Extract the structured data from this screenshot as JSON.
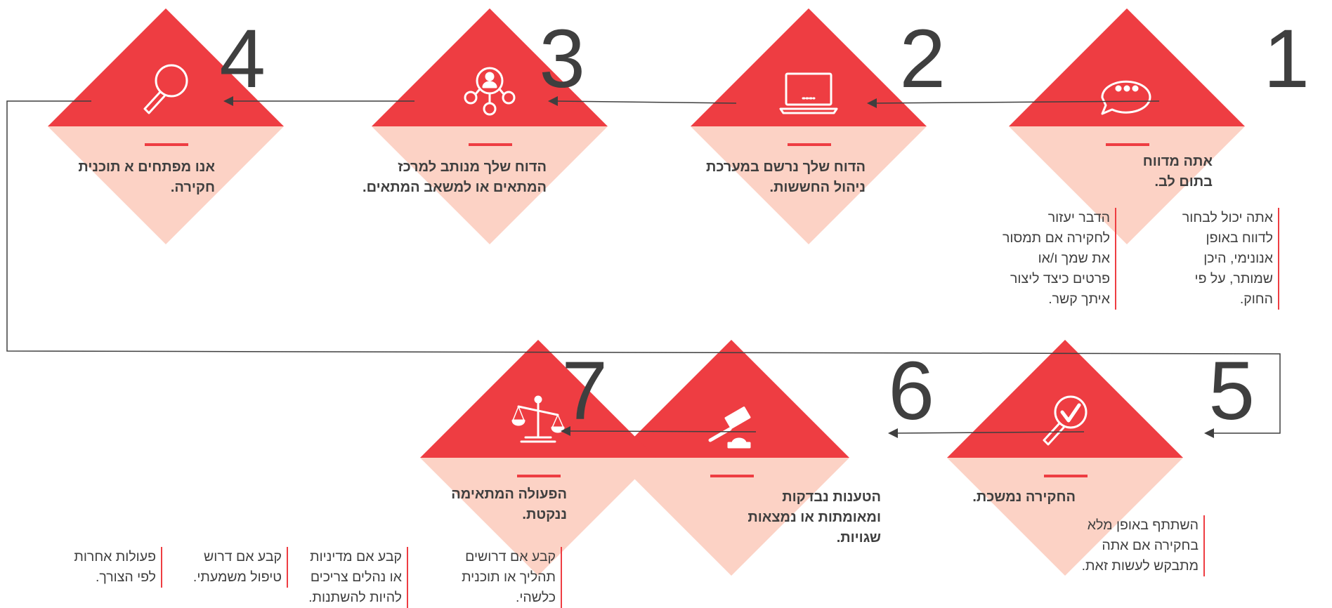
{
  "colors": {
    "accent": "#ee3d42",
    "light": "#fcd2c5",
    "text": "#3f3f3f",
    "connector": "#3f3f3f",
    "icon": "#ffffff"
  },
  "steps": [
    {
      "number": "1",
      "icon": "speech-bubble-icon",
      "title": "אתה מדווח\nבתום לב.",
      "notes": [
        "אתה יכול לבחור\nלדווח באופן\nאנונימי, היכן\nשמותר, על פי\nהחוק.",
        "הדבר יעזור\nלחקירה אם תמסור\nאת שמך ו/או\nפרטים כיצד ליצור\nאיתך קשר."
      ]
    },
    {
      "number": "2",
      "icon": "laptop-icon",
      "title": "הדוח שלך נרשם במערכת\nניהול החששות.",
      "notes": []
    },
    {
      "number": "3",
      "icon": "network-person-icon",
      "title": "הדוח שלך מנותב למרכז\nהמתאים או למשאב המתאים.",
      "notes": []
    },
    {
      "number": "4",
      "icon": "magnifier-icon",
      "title": "אנו מפתחים א תוכנית\nחקירה.",
      "notes": []
    },
    {
      "number": "5",
      "icon": "magnifier-check-icon",
      "title": "החקירה נמשכת.",
      "notes": [
        "השתתף באופן מלא\nבחקירה אם אתה\nמתבקש לעשות זאת."
      ]
    },
    {
      "number": "6",
      "icon": "gavel-icon",
      "title": "הטענות נבדקות\nומאומתות או נמצאות\nשגויות.",
      "notes": []
    },
    {
      "number": "7",
      "icon": "scales-icon",
      "title": "הפעולה המתאימה\nננקטת.",
      "notes": [
        "קבע אם דרושים\nתהליך או תוכנית\nכלשהי.",
        "קבע אם מדיניות\nאו נהלים צריכים\nלהיות להשתנות.",
        "קבע אם דרוש\nטיפול משמעתי.",
        "פעולות אחרות\nלפי הצורך."
      ]
    }
  ]
}
